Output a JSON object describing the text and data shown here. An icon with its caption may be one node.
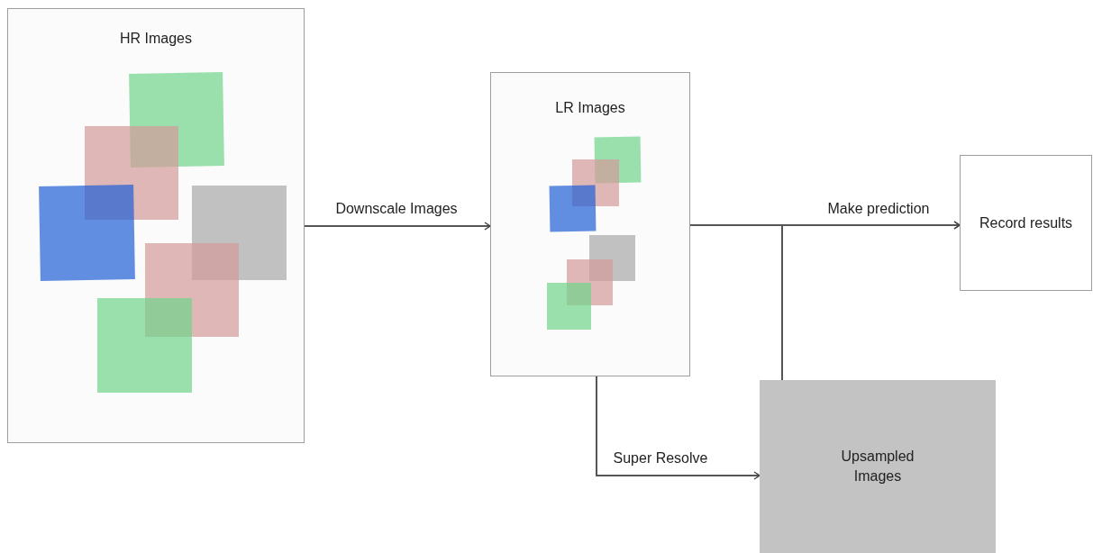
{
  "diagram": {
    "nodes": [
      {
        "text": [
          "HR Images"
        ]
      },
      {
        "text": [
          "LR Images"
        ]
      },
      {
        "text": [
          "Record results"
        ]
      },
      {
        "text": [
          "Upsampled Images"
        ]
      }
    ],
    "edges": [
      {
        "from": 0,
        "to": 1,
        "arrow": "to",
        "label": "Downscale Images"
      },
      {
        "from": 1,
        "to": 3,
        "arrow": "to",
        "label": "Super Resolve"
      },
      {
        "from": 1,
        "to": 2,
        "arrow": "to",
        "label": "Make prediction"
      },
      {
        "from": 3,
        "to": 2,
        "arrow": "to"
      }
    ]
  }
}
